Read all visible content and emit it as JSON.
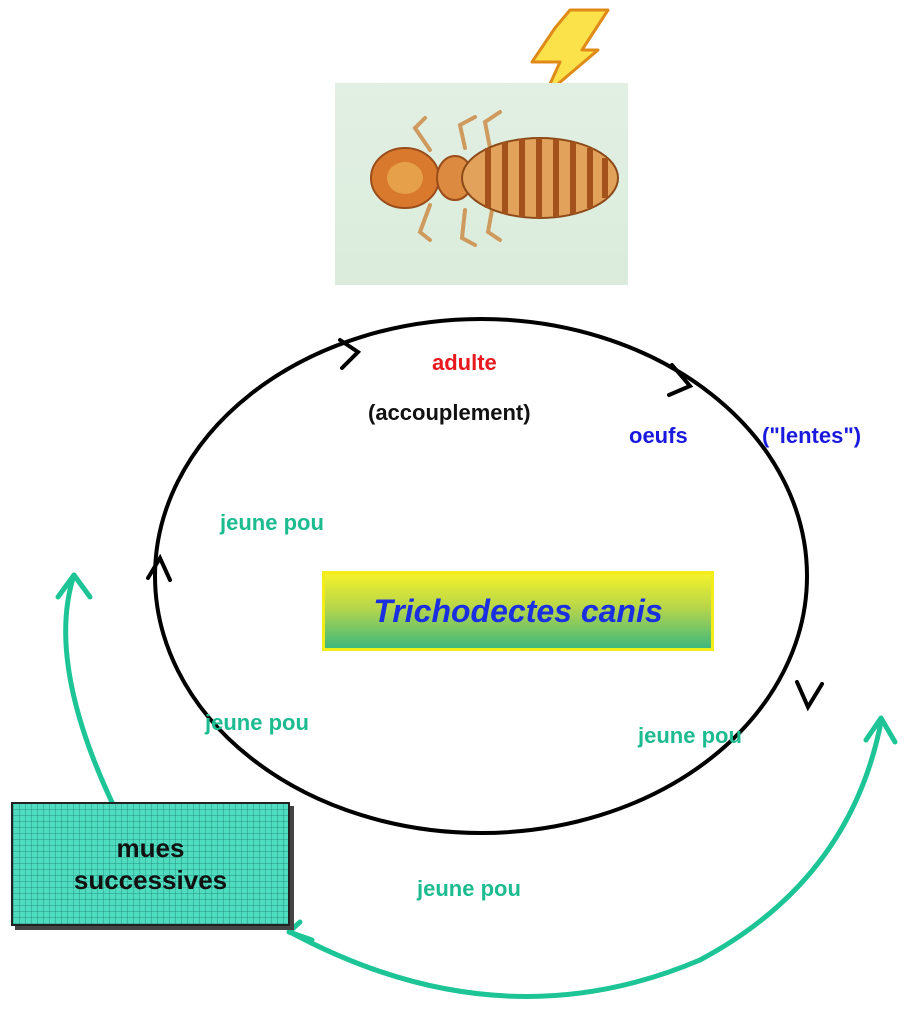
{
  "title": "Trichodectes canis",
  "stages": {
    "adult": "adulte",
    "mating": "(accouplement)",
    "eggs": "oeufs",
    "nits": "(\"lentes\")",
    "nymph": "jeune pou"
  },
  "molt_box": {
    "line1": "mues",
    "line2": "successives"
  },
  "colors": {
    "nymph_green": "#1dbb90",
    "adult_red": "#e8191f",
    "egg_blue": "#1a1adf",
    "title_blue": "#1a2fe0",
    "cycle_line": "#000000",
    "lightning": "#f7b52c"
  },
  "icons": [
    "louse-photo",
    "lightning-icon",
    "cycle-arrow-icon"
  ]
}
